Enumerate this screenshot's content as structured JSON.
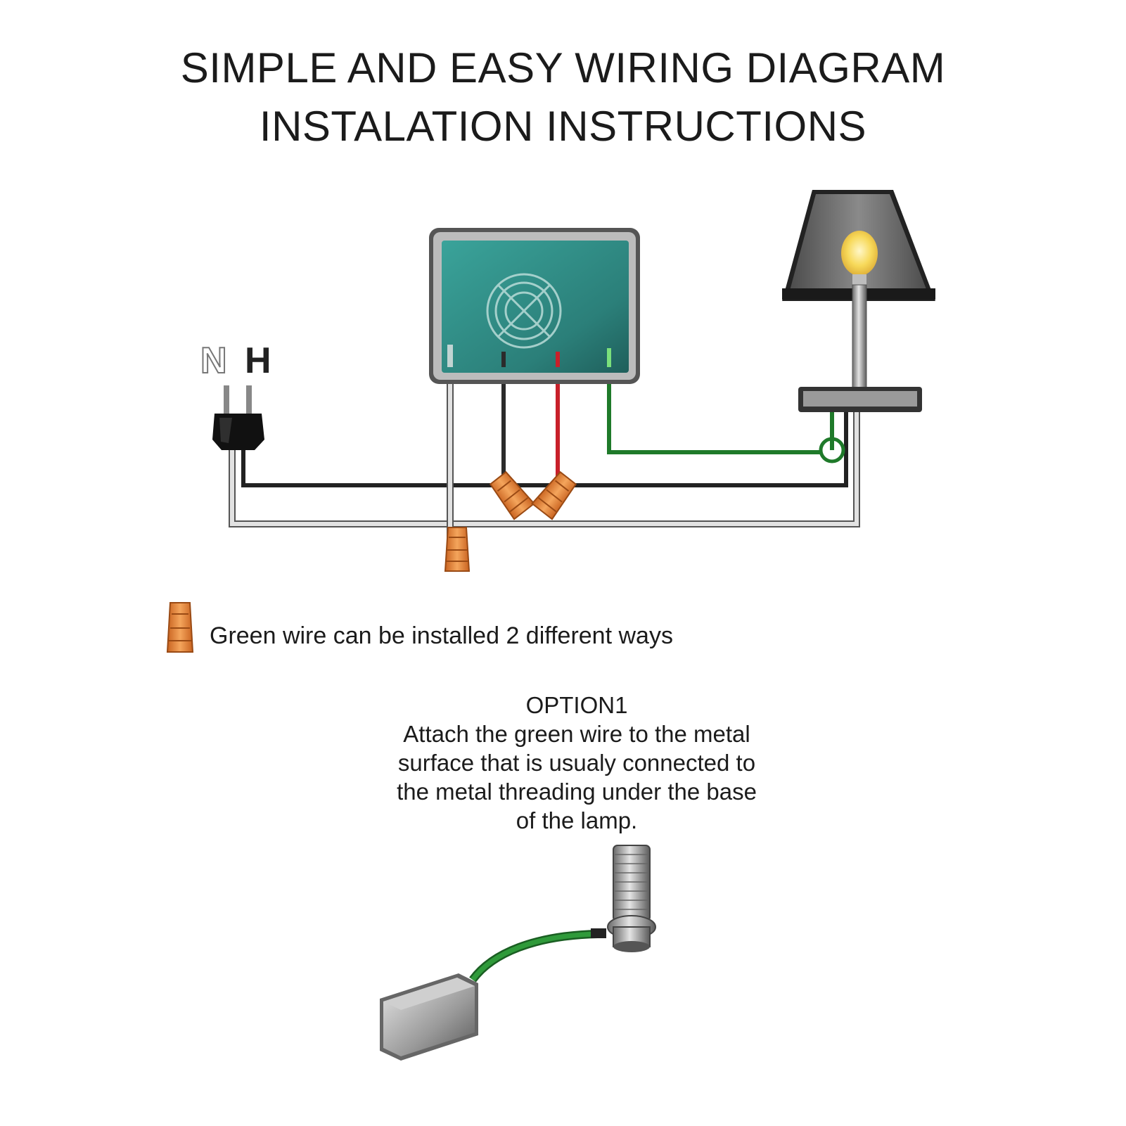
{
  "title": {
    "line1": "SIMPLE AND EASY WIRING DIAGRAM",
    "line2": "INSTALATION INSTRUCTIONS"
  },
  "plug": {
    "neutral_label": "N",
    "hot_label": "H"
  },
  "legend": {
    "text": "Green wire can be installed 2 different ways"
  },
  "option1": {
    "heading": "OPTION1",
    "lines": [
      "Attach the green wire to the metal",
      "surface that is usualy connected to",
      "the metal threading under the base",
      "of the lamp."
    ]
  },
  "colors": {
    "panel": "#2f8a84",
    "hot_wire": "#2b2b2b",
    "neutral_wire": "#d8d8d8",
    "red_wire": "#c8202a",
    "green_wire": "#1f7a2a",
    "connector": "#e8873a",
    "bulb": "#f7d95a"
  }
}
